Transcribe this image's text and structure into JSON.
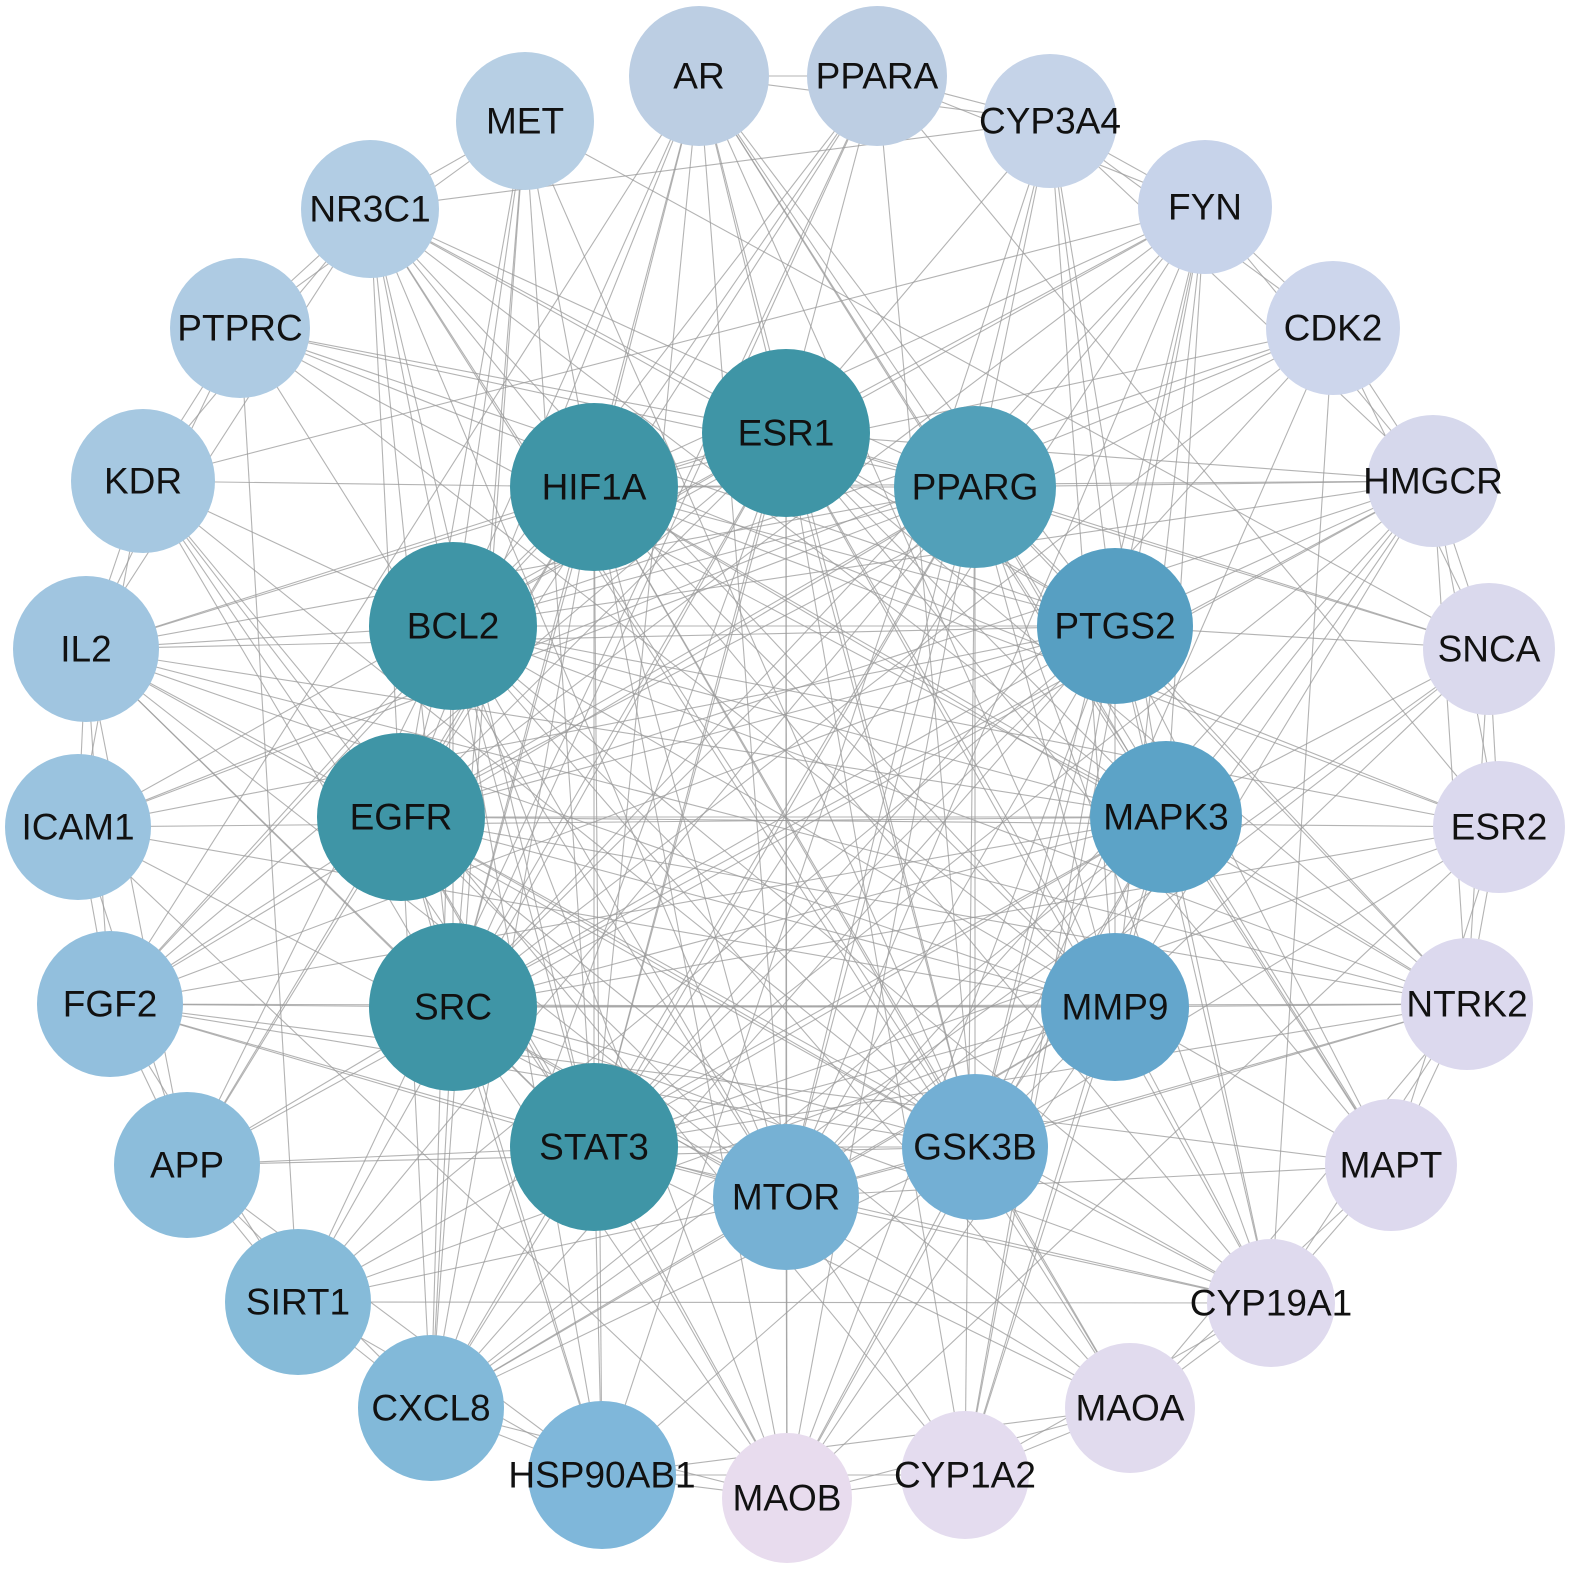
{
  "nodes": [
    {
      "id": "ESR1",
      "label": "ESR1",
      "color": "#3f95a6",
      "size": 1
    },
    {
      "id": "HIF1A",
      "label": "HIF1A",
      "color": "#3f95a6",
      "size": 1
    },
    {
      "id": "PPARG",
      "label": "PPARG",
      "color": "#52a0b9",
      "size": 0.97
    },
    {
      "id": "BCL2",
      "label": "BCL2",
      "color": "#3f95a6",
      "size": 1
    },
    {
      "id": "PTGS2",
      "label": "PTGS2",
      "color": "#579fc2",
      "size": 0.92
    },
    {
      "id": "EGFR",
      "label": "EGFR",
      "color": "#3f95a6",
      "size": 1
    },
    {
      "id": "MAPK3",
      "label": "MAPK3",
      "color": "#5ca3c7",
      "size": 0.9
    },
    {
      "id": "SRC",
      "label": "SRC",
      "color": "#3f95a6",
      "size": 1
    },
    {
      "id": "MMP9",
      "label": "MMP9",
      "color": "#64a6cc",
      "size": 0.88
    },
    {
      "id": "STAT3",
      "label": "STAT3",
      "color": "#3f95a6",
      "size": 1
    },
    {
      "id": "MTOR",
      "label": "MTOR",
      "color": "#76b1d4",
      "size": 0.86
    },
    {
      "id": "GSK3B",
      "label": "GSK3B",
      "color": "#73afd4",
      "size": 0.86
    },
    {
      "id": "AR",
      "label": "AR",
      "color": "#bccee3",
      "size": 0.78
    },
    {
      "id": "PPARA",
      "label": "PPARA",
      "color": "#bdcee3",
      "size": 0.78
    },
    {
      "id": "CYP3A4",
      "label": "CYP3A4",
      "color": "#c5d3e8",
      "size": 0.78
    },
    {
      "id": "FYN",
      "label": "FYN",
      "color": "#c7d3ea",
      "size": 0.78
    },
    {
      "id": "CDK2",
      "label": "CDK2",
      "color": "#cdd6ec",
      "size": 0.78
    },
    {
      "id": "HMGCR",
      "label": "HMGCR",
      "color": "#d6d8ec",
      "size": 0.78
    },
    {
      "id": "SNCA",
      "label": "SNCA",
      "color": "#dad9ed",
      "size": 0.78
    },
    {
      "id": "ESR2",
      "label": "ESR2",
      "color": "#dbd9ee",
      "size": 0.78
    },
    {
      "id": "NTRK2",
      "label": "NTRK2",
      "color": "#dcd9ee",
      "size": 0.78
    },
    {
      "id": "MAPT",
      "label": "MAPT",
      "color": "#ddd9ee",
      "size": 0.78
    },
    {
      "id": "CYP19A1",
      "label": "CYP19A1",
      "color": "#dfdaee",
      "size": 0.78
    },
    {
      "id": "MAOA",
      "label": "MAOA",
      "color": "#e1dbee",
      "size": 0.78
    },
    {
      "id": "CYP1A2",
      "label": "CYP1A2",
      "color": "#e4dcef",
      "size": 0.78
    },
    {
      "id": "MAOB",
      "label": "MAOB",
      "color": "#e8dcee",
      "size": 0.78
    },
    {
      "id": "HSP90AB1",
      "label": "HSP90AB1",
      "color": "#7fb7da",
      "size": 0.88
    },
    {
      "id": "CXCL8",
      "label": "CXCL8",
      "color": "#82b9d9",
      "size": 0.86
    },
    {
      "id": "SIRT1",
      "label": "SIRT1",
      "color": "#86bbd9",
      "size": 0.86
    },
    {
      "id": "APP",
      "label": "APP",
      "color": "#8cbddb",
      "size": 0.86
    },
    {
      "id": "FGF2",
      "label": "FGF2",
      "color": "#92bfdd",
      "size": 0.86
    },
    {
      "id": "ICAM1",
      "label": "ICAM1",
      "color": "#9ac3df",
      "size": 0.86
    },
    {
      "id": "IL2",
      "label": "IL2",
      "color": "#a0c5e0",
      "size": 0.86
    },
    {
      "id": "KDR",
      "label": "KDR",
      "color": "#a6c8e1",
      "size": 0.86
    },
    {
      "id": "PTPRC",
      "label": "PTPRC",
      "color": "#aecbe3",
      "size": 0.86
    },
    {
      "id": "NR3C1",
      "label": "NR3C1",
      "color": "#b2cde4",
      "size": 0.82
    },
    {
      "id": "MET",
      "label": "MET",
      "color": "#b7cfe4",
      "size": 0.82
    }
  ],
  "edge_color": "#9a9a9a"
}
